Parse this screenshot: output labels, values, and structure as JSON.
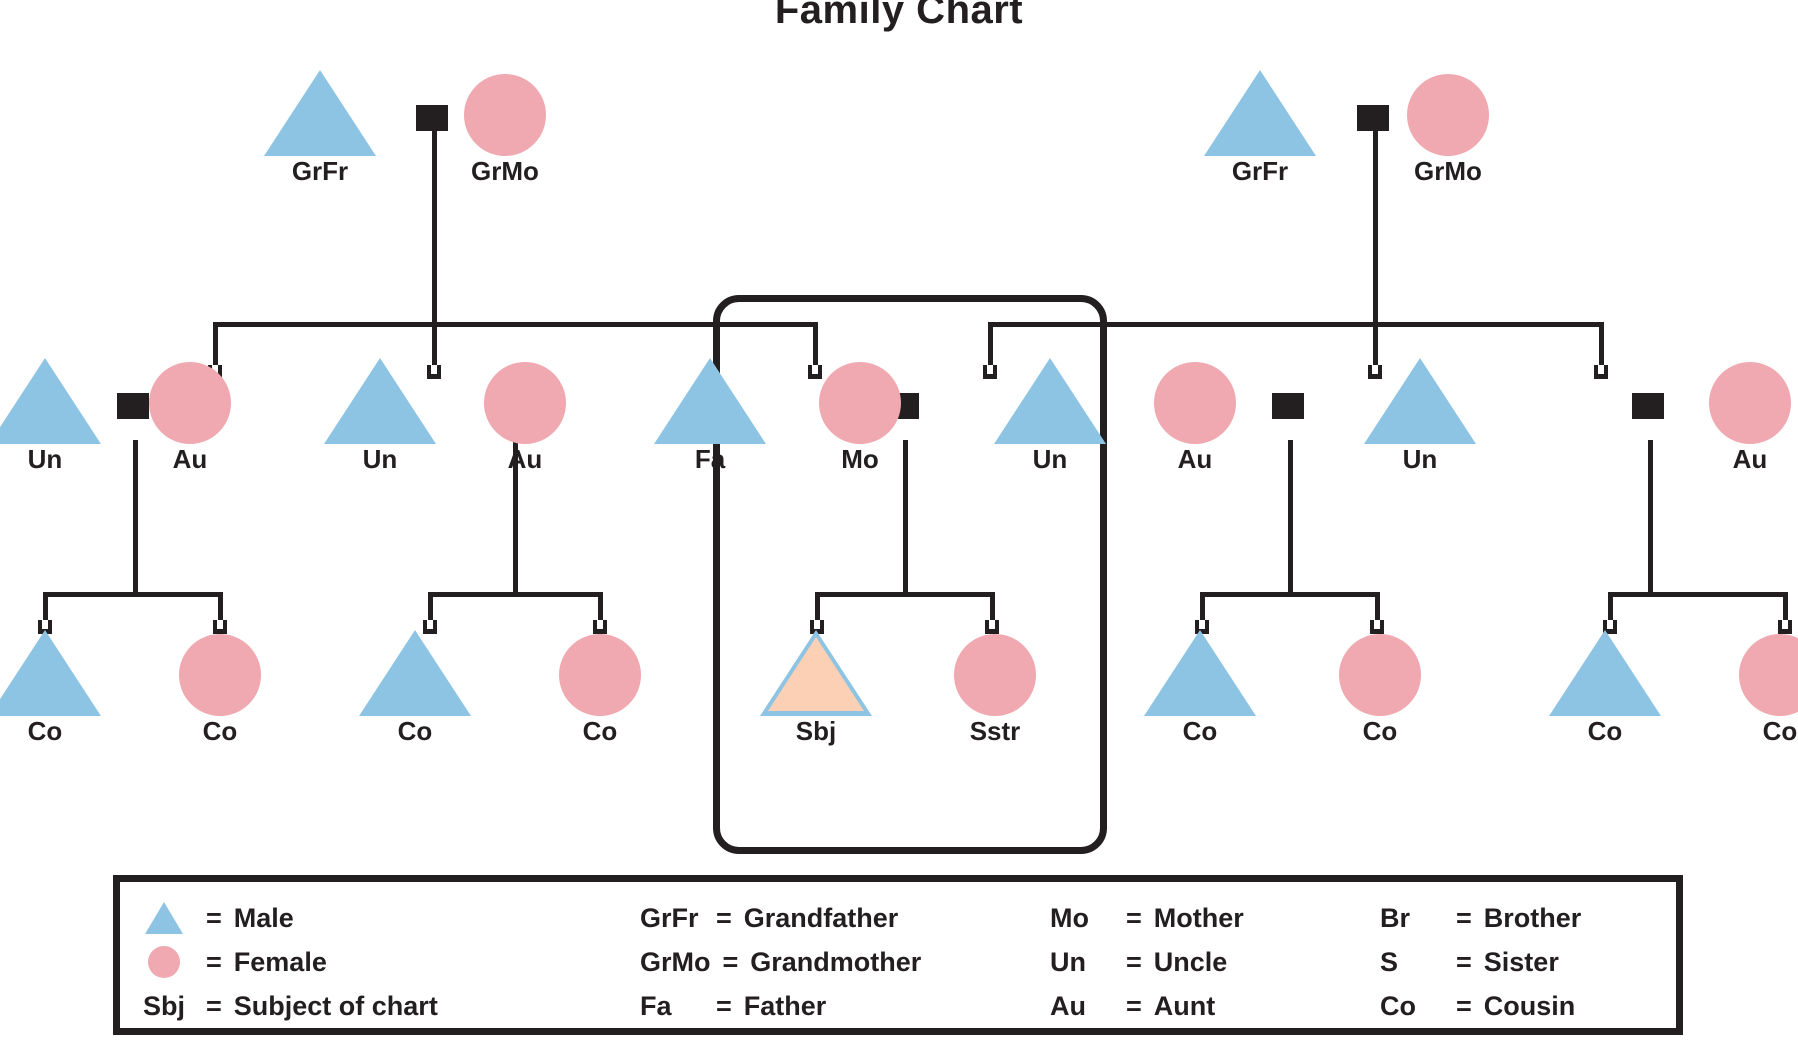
{
  "title": "Family Chart",
  "symbols": {
    "male_color": "#8ec4e3",
    "female_color": "#f0a9b0",
    "subject_fill": "#fbd0b4",
    "line_color": "#231f20"
  },
  "generations": {
    "grandparents": [
      {
        "id": "gp-left-m",
        "label": "GrFr",
        "type": "male"
      },
      {
        "id": "gp-left-f",
        "label": "GrMo",
        "type": "female"
      },
      {
        "id": "gp-right-m",
        "label": "GrFr",
        "type": "male"
      },
      {
        "id": "gp-right-f",
        "label": "GrMo",
        "type": "female"
      }
    ],
    "parents": [
      {
        "id": "p1",
        "label": "Un",
        "type": "male"
      },
      {
        "id": "p2",
        "label": "Au",
        "type": "female"
      },
      {
        "id": "p3",
        "label": "Un",
        "type": "male"
      },
      {
        "id": "p4",
        "label": "Au",
        "type": "female"
      },
      {
        "id": "p5",
        "label": "Fa",
        "type": "male"
      },
      {
        "id": "p6",
        "label": "Mo",
        "type": "female"
      },
      {
        "id": "p7",
        "label": "Un",
        "type": "male"
      },
      {
        "id": "p8",
        "label": "Au",
        "type": "female"
      },
      {
        "id": "p9",
        "label": "Un",
        "type": "male"
      },
      {
        "id": "p10",
        "label": "Au",
        "type": "female"
      }
    ],
    "children": [
      {
        "id": "c1",
        "label": "Co",
        "type": "male"
      },
      {
        "id": "c2",
        "label": "Co",
        "type": "female"
      },
      {
        "id": "c3",
        "label": "Co",
        "type": "male"
      },
      {
        "id": "c4",
        "label": "Co",
        "type": "female"
      },
      {
        "id": "c5",
        "label": "Sbj",
        "type": "subject"
      },
      {
        "id": "c6",
        "label": "Sstr",
        "type": "female"
      },
      {
        "id": "c7",
        "label": "Co",
        "type": "male"
      },
      {
        "id": "c8",
        "label": "Co",
        "type": "female"
      },
      {
        "id": "c9",
        "label": "Co",
        "type": "male"
      },
      {
        "id": "c10",
        "label": "Co",
        "type": "female"
      }
    ]
  },
  "legend": {
    "col1": [
      {
        "key": "",
        "swatch": "male-triangle",
        "eq": "=",
        "value": "Male"
      },
      {
        "key": "",
        "swatch": "female-circle",
        "eq": "=",
        "value": "Female"
      },
      {
        "key": "Sbj",
        "swatch": "",
        "eq": "=",
        "value": "Subject of chart"
      }
    ],
    "col2": [
      {
        "key": "GrFr",
        "eq": "=",
        "value": "Grandfather"
      },
      {
        "key": "GrMo",
        "eq": "=",
        "value": "Grandmother"
      },
      {
        "key": "Fa",
        "eq": "=",
        "value": "Father"
      }
    ],
    "col3": [
      {
        "key": "Mo",
        "eq": "=",
        "value": "Mother"
      },
      {
        "key": "Un",
        "eq": "=",
        "value": "Uncle"
      },
      {
        "key": "Au",
        "eq": "=",
        "value": "Aunt"
      }
    ],
    "col4": [
      {
        "key": "Br",
        "eq": "=",
        "value": "Brother"
      },
      {
        "key": "S",
        "eq": "=",
        "value": "Sister"
      },
      {
        "key": "Co",
        "eq": "=",
        "value": "Cousin"
      }
    ]
  }
}
